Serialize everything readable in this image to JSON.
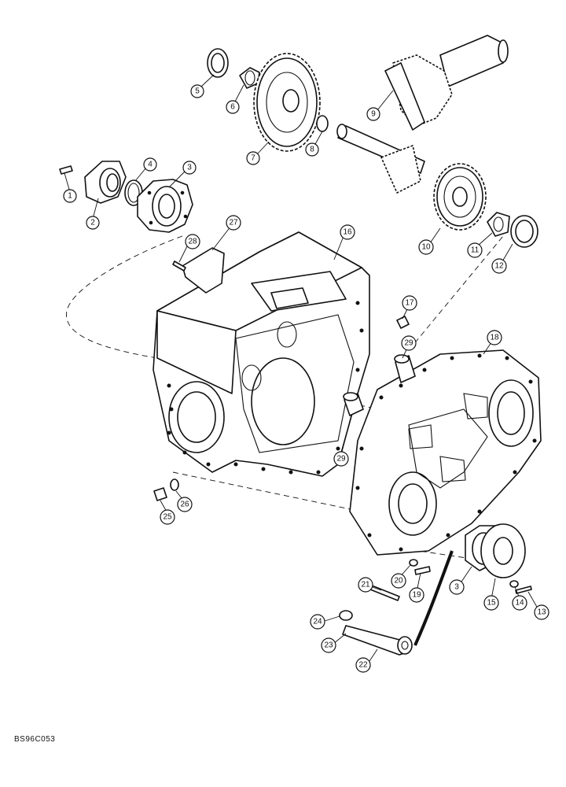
{
  "figure": {
    "code": "BS96C053",
    "callouts": [
      "1",
      "2",
      "3",
      "4",
      "5",
      "6",
      "7",
      "8",
      "9",
      "10",
      "11",
      "12",
      "13",
      "14",
      "15",
      "16",
      "17",
      "18",
      "19",
      "20",
      "21",
      "22",
      "23",
      "24",
      "25",
      "26",
      "27",
      "28",
      "29"
    ]
  },
  "parts": [
    {
      "id": "1",
      "icon": "pin-icon"
    },
    {
      "id": "2",
      "icon": "flange-icon"
    },
    {
      "id": "3",
      "icon": "bearing-housing-icon"
    },
    {
      "id": "4",
      "icon": "o-ring-icon"
    },
    {
      "id": "5",
      "icon": "bearing-cup-icon"
    },
    {
      "id": "6",
      "icon": "bearing-cone-icon"
    },
    {
      "id": "7",
      "icon": "spur-gear-icon"
    },
    {
      "id": "8",
      "icon": "snap-ring-icon"
    },
    {
      "id": "9",
      "icon": "bevel-pinion-shaft-icon"
    },
    {
      "id": "10",
      "icon": "spur-gear-icon"
    },
    {
      "id": "11",
      "icon": "bearing-cone-icon"
    },
    {
      "id": "12",
      "icon": "bearing-cup-icon"
    },
    {
      "id": "13",
      "icon": "bolt-icon"
    },
    {
      "id": "14",
      "icon": "washer-icon"
    },
    {
      "id": "15",
      "icon": "bearing-housing-icon"
    },
    {
      "id": "16",
      "icon": "housing-icon"
    },
    {
      "id": "17",
      "icon": "dowel-pin-icon"
    },
    {
      "id": "18",
      "icon": "housing-cover-icon"
    },
    {
      "id": "19",
      "icon": "bolt-icon"
    },
    {
      "id": "20",
      "icon": "washer-icon"
    },
    {
      "id": "21",
      "icon": "stud-icon"
    },
    {
      "id": "22",
      "icon": "cotter-pin-icon"
    },
    {
      "id": "23",
      "icon": "lever-icon"
    },
    {
      "id": "24",
      "icon": "bushing-icon"
    },
    {
      "id": "25",
      "icon": "plug-icon"
    },
    {
      "id": "26",
      "icon": "o-ring-icon"
    },
    {
      "id": "27",
      "icon": "cover-plate-icon"
    },
    {
      "id": "28",
      "icon": "screw-icon"
    },
    {
      "id": "29",
      "icon": "sleeve-icon"
    }
  ]
}
